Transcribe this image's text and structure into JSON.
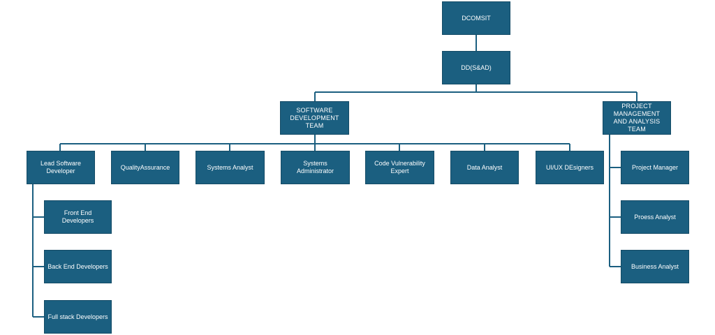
{
  "org_chart": {
    "root": "DCOMSIT",
    "deputy": "DD(S&AD)",
    "teams": {
      "software_development": "SOFTWARE DEVELOPMENT TEAM",
      "project_management": "PROJECT MANAGEMENT AND ANALYSIS TEAM"
    },
    "software_roles": {
      "lead_software_developer": "Lead Software Developer",
      "quality_assurance": "QualityAssurance",
      "systems_analyst": "Systems Analyst",
      "systems_administrator": "Systems Administrator",
      "code_vulnerability_expert": "Code Vulnerability Expert",
      "data_analyst": "Data Analyst",
      "ui_ux_designers": "UI/UX DEsigners"
    },
    "developer_types": {
      "front_end": "Front End Developers",
      "back_end": "Back End Developers",
      "full_stack": "Full stack Developers"
    },
    "pm_roles": {
      "project_manager": "Project Manager",
      "process_analyst": "Proess Analyst",
      "business_analyst": "Business Analyst"
    },
    "colors": {
      "box_fill": "#1b5f80",
      "connector": "#1b5f80",
      "text": "#ffffff"
    }
  }
}
